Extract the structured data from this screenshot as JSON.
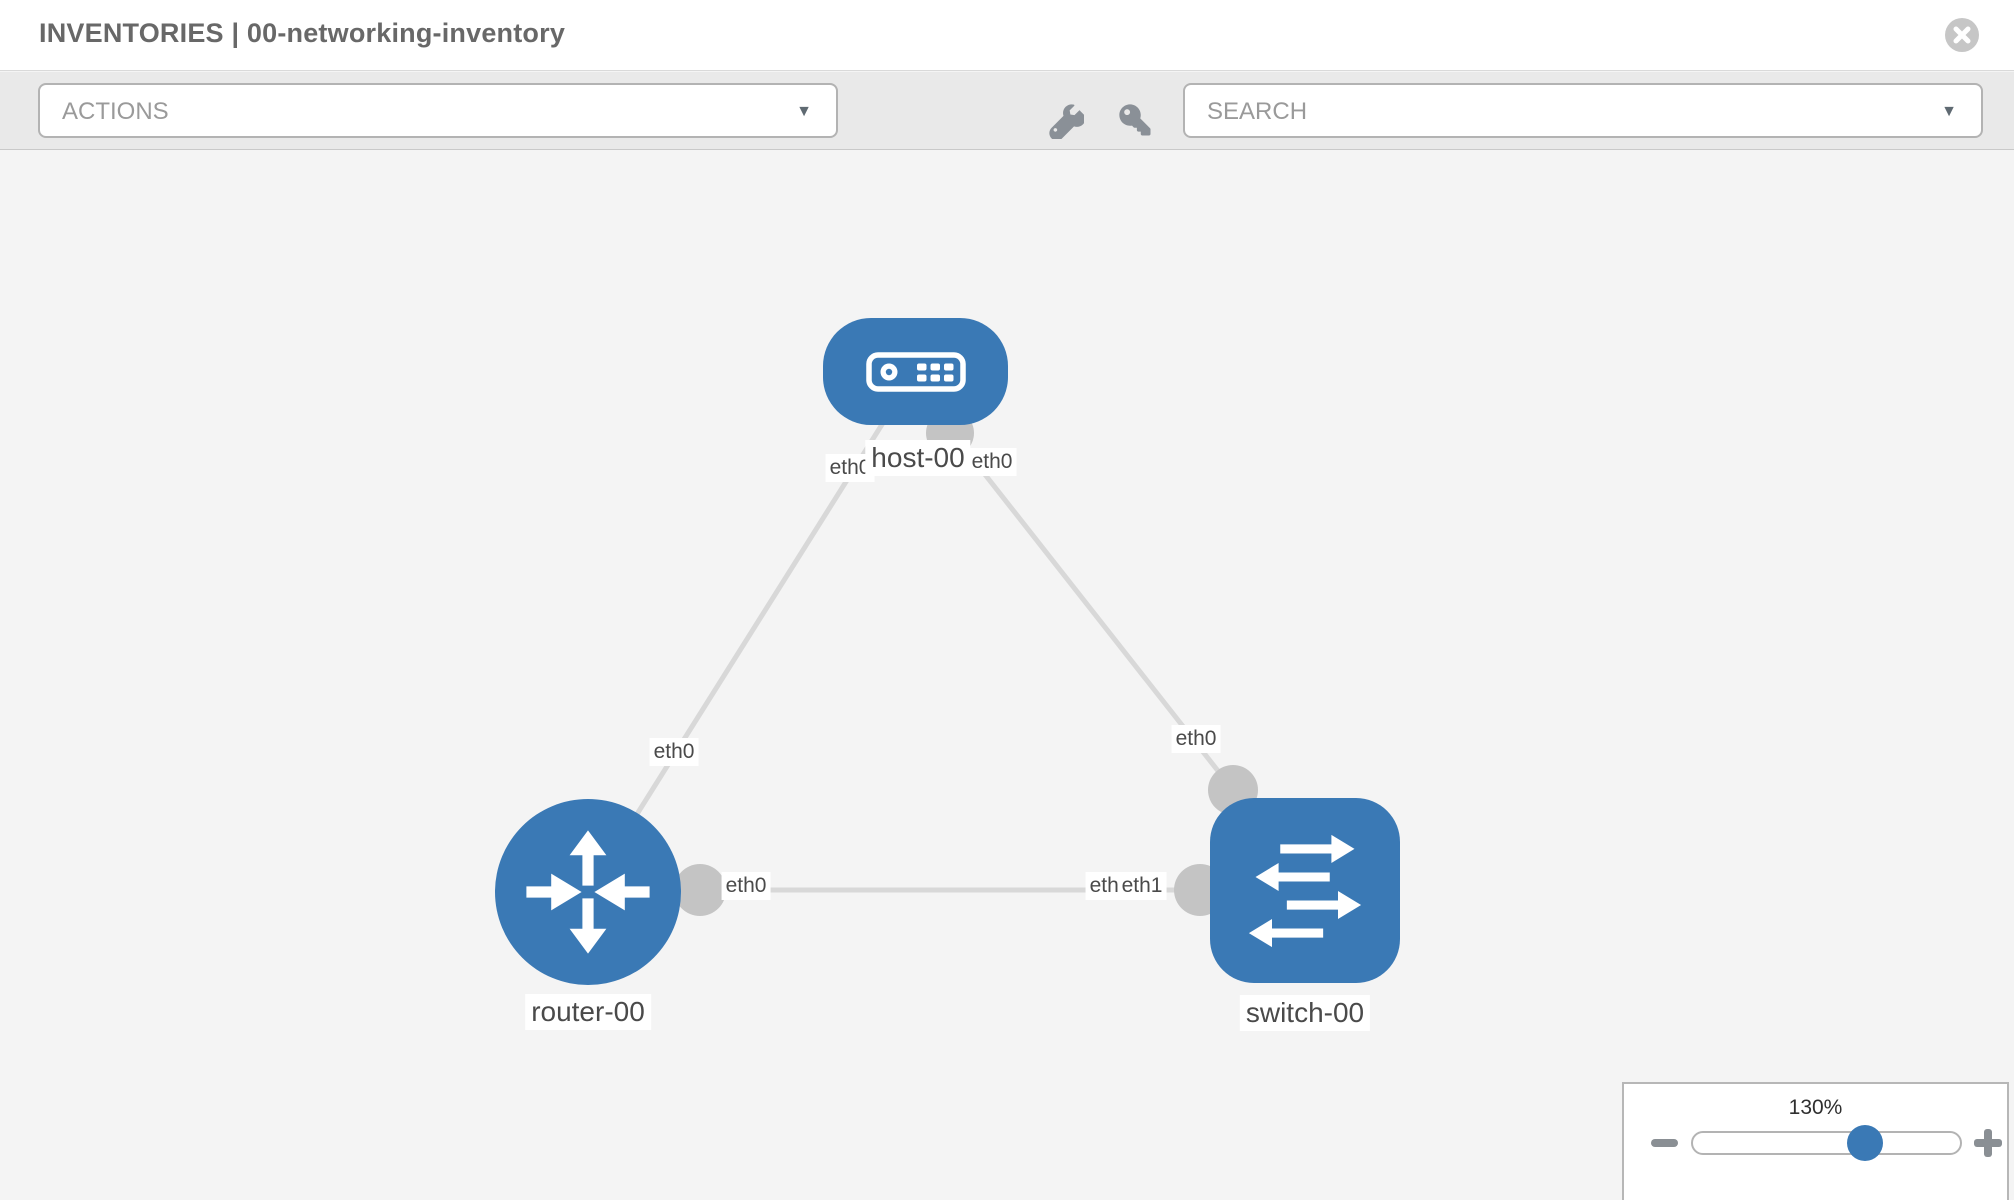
{
  "header": {
    "title": "INVENTORIES | 00-networking-inventory"
  },
  "toolbar": {
    "actions_label": "ACTIONS",
    "search_label": "SEARCH",
    "caret": "▼"
  },
  "topology": {
    "nodes": [
      {
        "id": "host-00",
        "type": "host",
        "label": "host-00"
      },
      {
        "id": "router-00",
        "type": "router",
        "label": "router-00"
      },
      {
        "id": "switch-00",
        "type": "switch",
        "label": "switch-00"
      }
    ],
    "links": [
      {
        "from": "host-00",
        "from_interface": "eth0",
        "to": "router-00",
        "to_interface": "eth0"
      },
      {
        "from": "host-00",
        "from_interface": "eth0",
        "to": "switch-00",
        "to_interface": "eth0"
      },
      {
        "from": "router-00",
        "from_interface": "eth0",
        "to": "switch-00",
        "to_interface": "eth1"
      }
    ],
    "labels": {
      "host": "host-00",
      "router": "router-00",
      "switch": "switch-00",
      "host_left_if": "eth0",
      "host_right_if": "eth0",
      "router_top_if": "eth0",
      "switch_top_if": "eth0",
      "mid_router_if": "eth0",
      "mid_switch_if_back": "eth0",
      "mid_switch_if_front": "eth1"
    }
  },
  "zoom_control": {
    "level": "130%"
  },
  "colors": {
    "node_blue": "#3a79b5",
    "link_gray": "#d8d8d8",
    "endpoint_gray": "#c4c4c4",
    "toolbar_bg": "#e9e9e9",
    "canvas_bg": "#f4f4f4"
  }
}
